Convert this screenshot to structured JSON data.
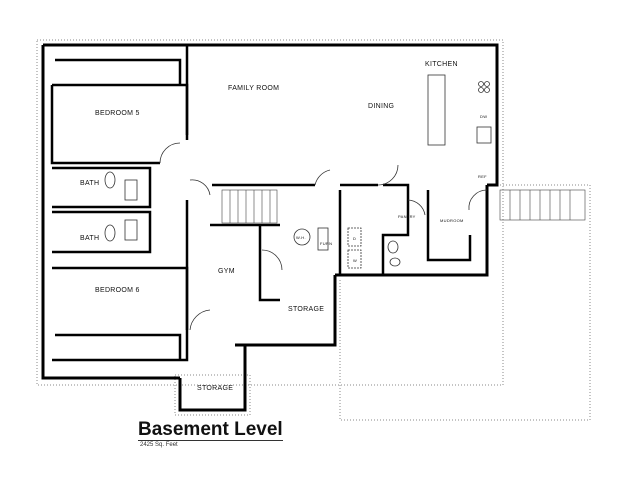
{
  "plan": {
    "title": "Basement Level",
    "area": "2425 Sq. Feet",
    "rooms": {
      "kitchen": "KITCHEN",
      "family_room": "FAMILY ROOM",
      "dining": "DINING",
      "bedroom5": "BEDROOM 5",
      "bedroom6": "BEDROOM 6",
      "bath1": "BATH",
      "bath2": "BATH",
      "pantry": "PANTRY",
      "mudroom": "MUDROOM",
      "gym": "GYM",
      "storage1": "STORAGE",
      "storage2": "STORAGE"
    },
    "fixtures": {
      "water_heater": "W.H.",
      "furnace": "FURN",
      "dryer": "D",
      "washer": "W",
      "dishwasher": "DW",
      "refrigerator": "REF"
    }
  }
}
